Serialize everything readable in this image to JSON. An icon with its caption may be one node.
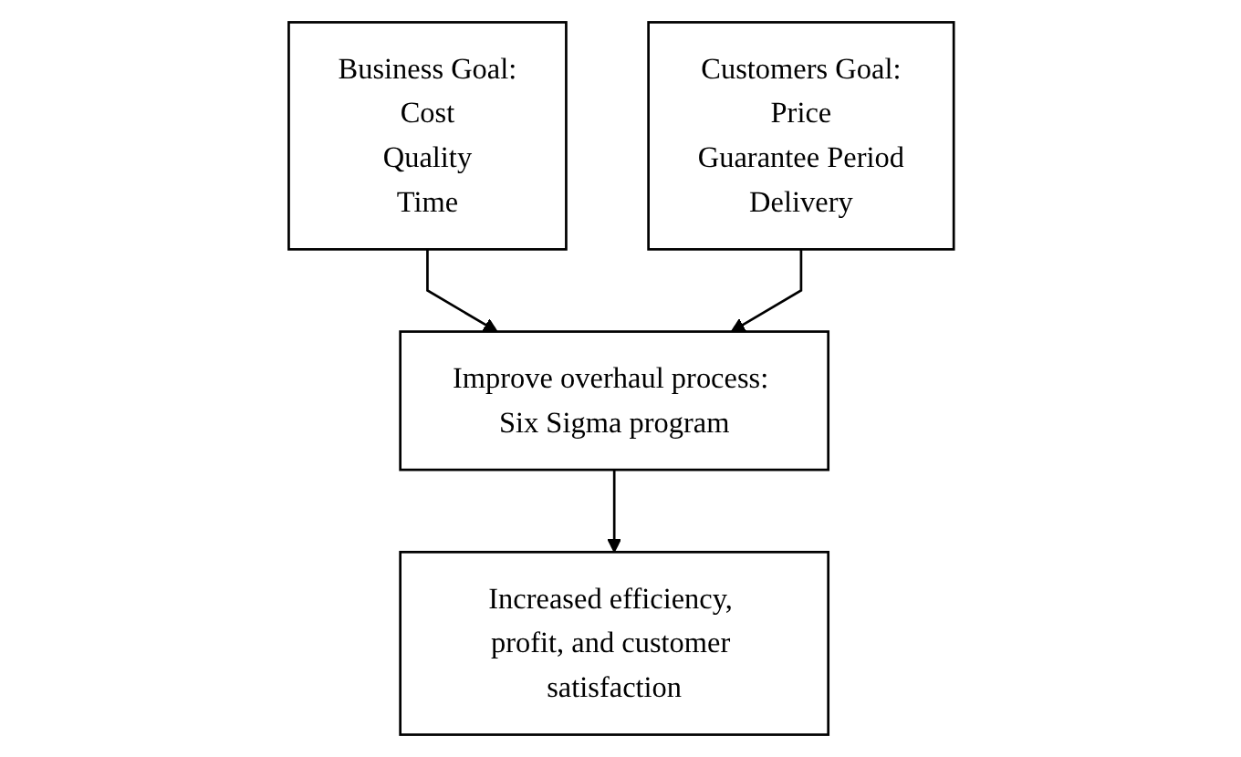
{
  "diagram": {
    "nodes": [
      {
        "text": [
          "Business Goal:",
          "Cost",
          "Quality",
          "Time"
        ]
      },
      {
        "text": [
          "Customers Goal:",
          "Price",
          "Guarantee Period",
          "Delivery"
        ]
      },
      {
        "text": [
          "Improve overhaul process: Six Sigma program"
        ]
      },
      {
        "text": [
          "Increased efficiency, profit, and customer satisfaction"
        ]
      }
    ],
    "edges": [
      {
        "from": 0,
        "to": 2,
        "arrow": "to"
      },
      {
        "from": 1,
        "to": 2,
        "arrow": "to"
      },
      {
        "from": 2,
        "to": 3,
        "arrow": "to"
      }
    ]
  }
}
